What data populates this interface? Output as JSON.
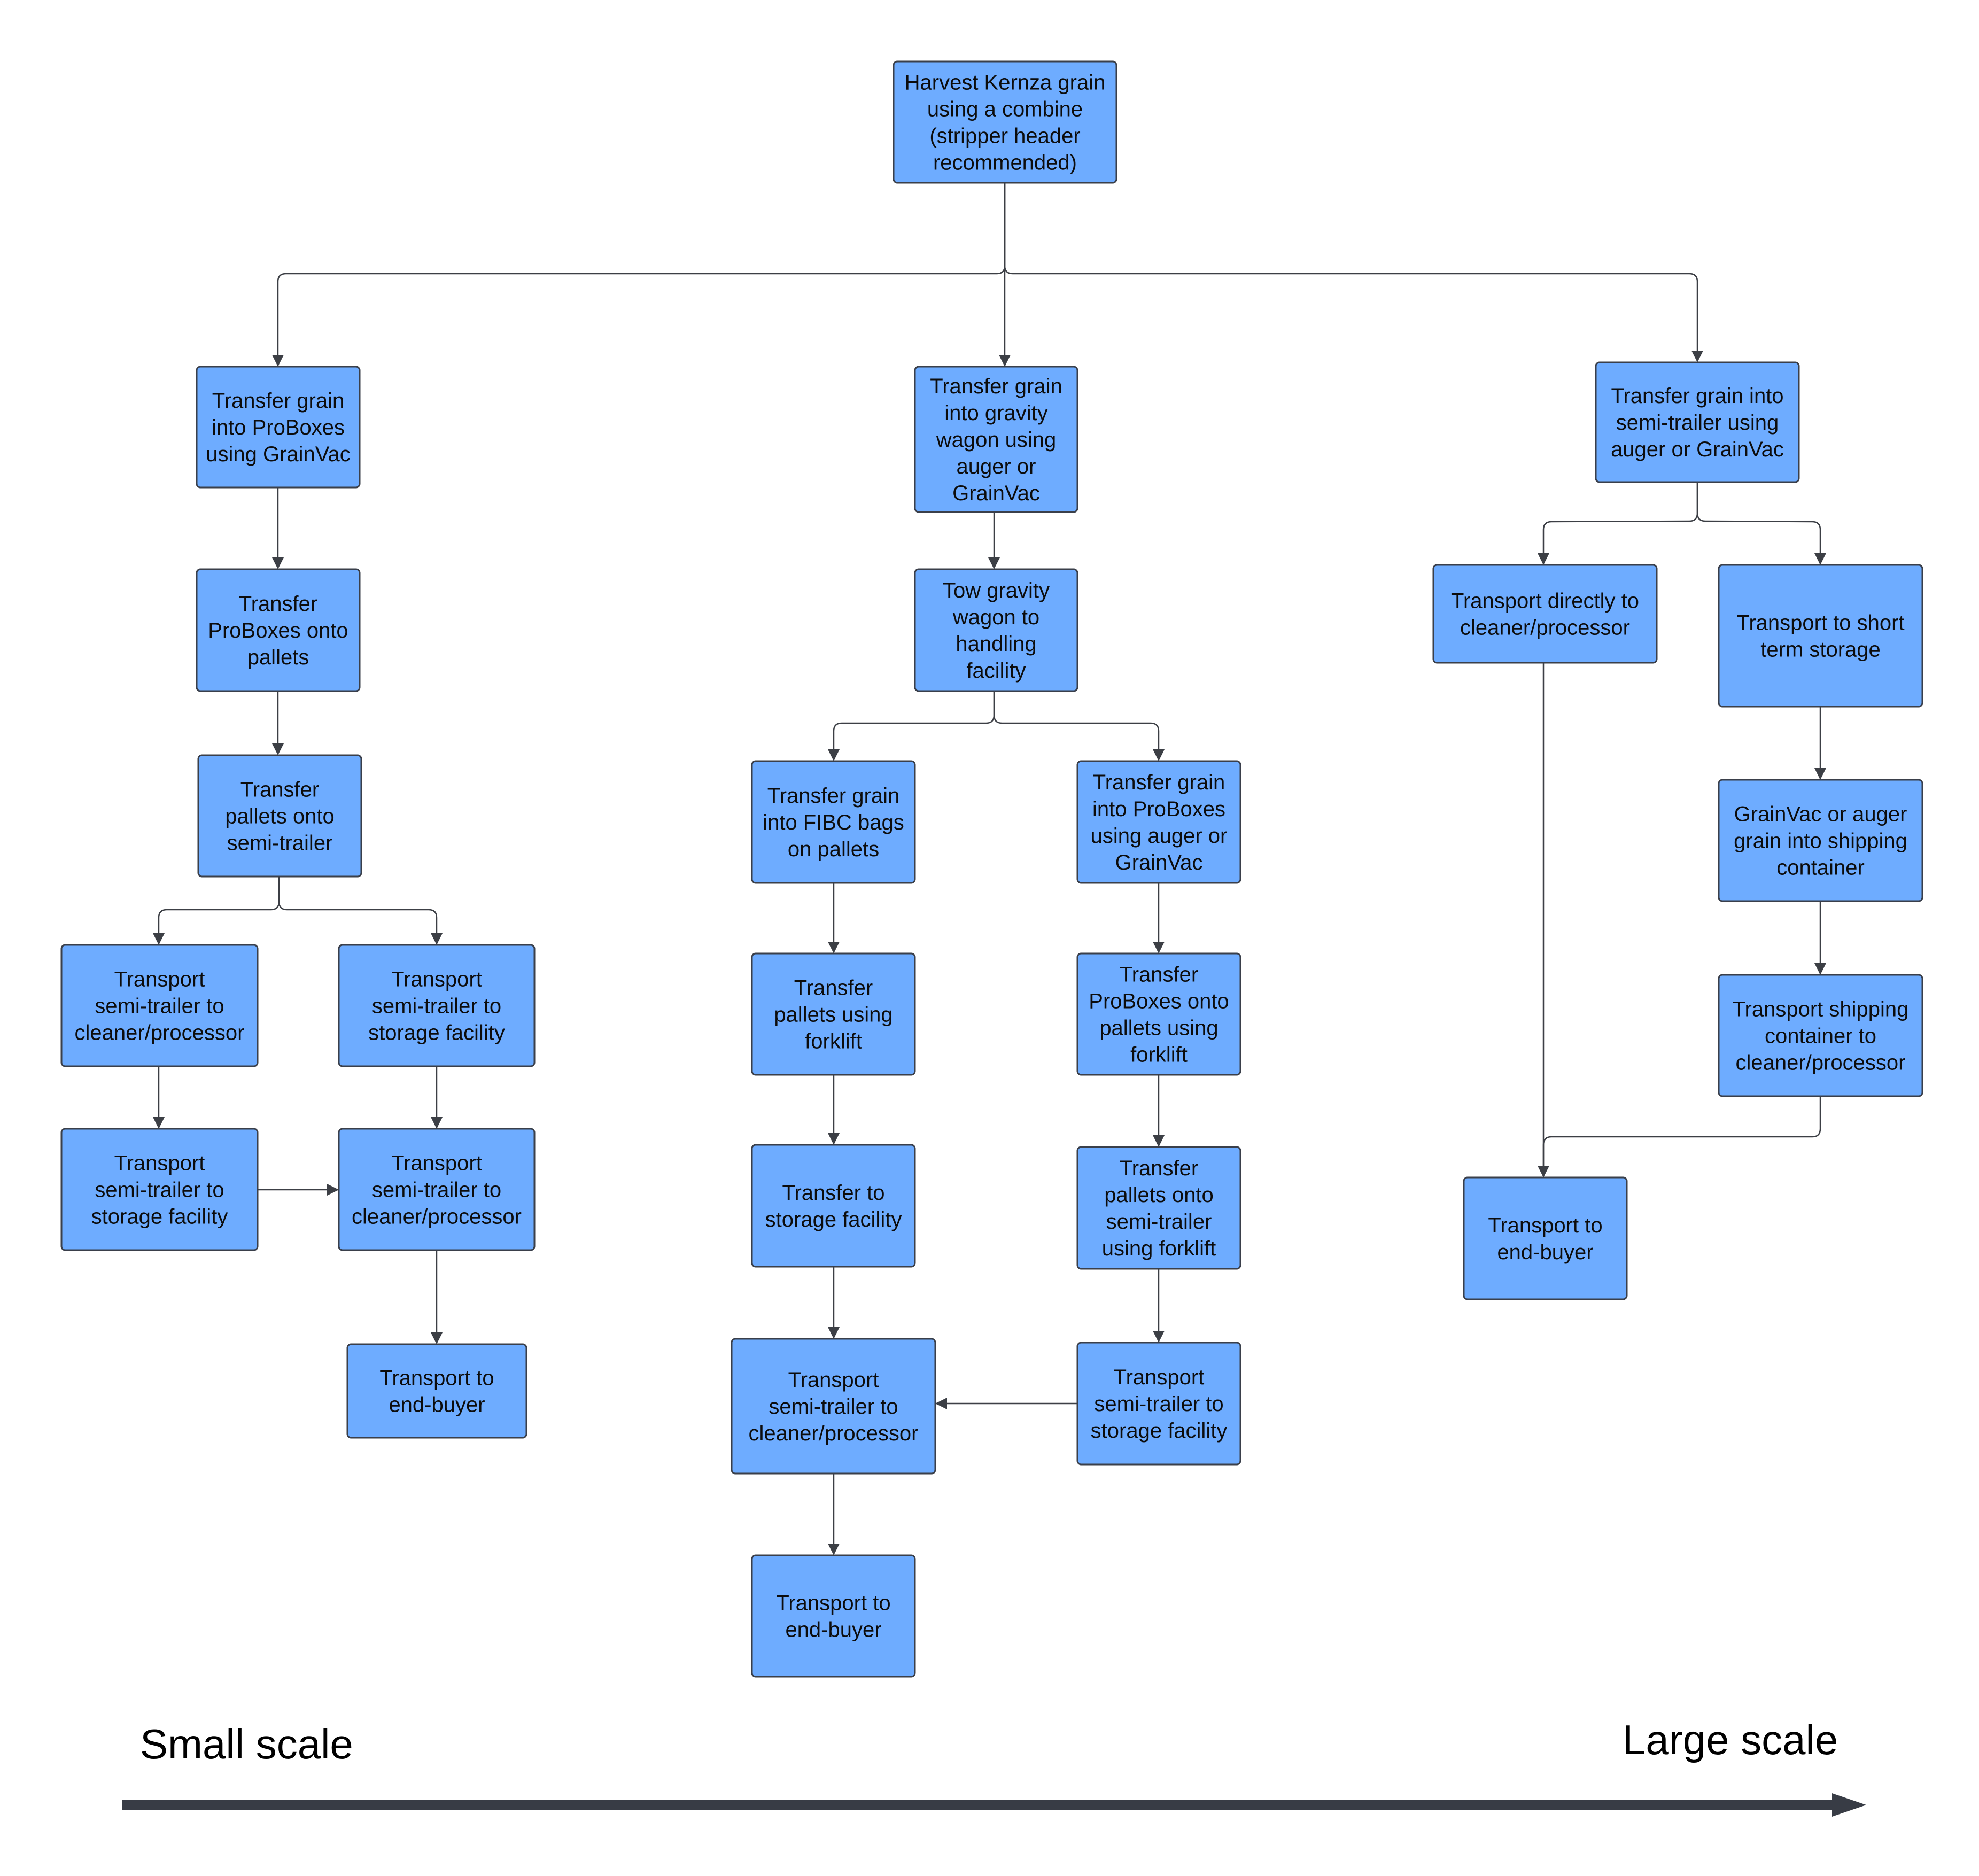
{
  "nodes": {
    "harvest": "Harvest Kernza grain\nusing a combine\n(stripper header\nrecommended)",
    "a1": "Transfer grain\ninto ProBoxes\nusing GrainVac",
    "a2": "Transfer\nProBoxes onto\npallets",
    "a3": "Transfer\npallets onto\nsemi-trailer",
    "a4": "Transport\nsemi-trailer to\ncleaner/processor",
    "a5": "Transport\nsemi-trailer to\nstorage facility",
    "a6": "Transport\nsemi-trailer to\nstorage facility",
    "a7": "Transport\nsemi-trailer to\ncleaner/processor",
    "a8": "Transport to\nend-buyer",
    "b1": "Transfer grain\ninto gravity\nwagon using\nauger or\nGrainVac",
    "b2": "Tow gravity\nwagon to\nhandling\nfacility",
    "b3": "Transfer grain\ninto FIBC bags\non pallets",
    "b4": "Transfer\npallets using\nforklift",
    "b5": "Transfer to\nstorage facility",
    "b6": "Transport\nsemi-trailer to\ncleaner/processor",
    "b7": "Transport to\nend-buyer",
    "b8": "Transfer grain\ninto ProBoxes\nusing auger or\nGrainVac",
    "b9": "Transfer\nProBoxes onto\npallets using\nforklift",
    "b10": "Transfer\npallets onto\nsemi-trailer\nusing forklift",
    "b11": "Transport\nsemi-trailer to\nstorage facility",
    "c1": "Transfer grain into\nsemi-trailer using\nauger or GrainVac",
    "c2": "Transport directly to\ncleaner/processor",
    "c3": "Transport to short\nterm storage",
    "c4": "GrainVac or auger\ngrain into shipping\ncontainer",
    "c5": "Transport shipping\ncontainer to\ncleaner/processor",
    "c6": "Transport to\nend-buyer"
  },
  "scale": {
    "small_label": "Small scale",
    "large_label": "Large scale"
  },
  "colors": {
    "node_fill": "#6eacff",
    "node_border": "#3a3f4a",
    "connector": "#3c3f45",
    "scale_arrow": "#383c45"
  }
}
